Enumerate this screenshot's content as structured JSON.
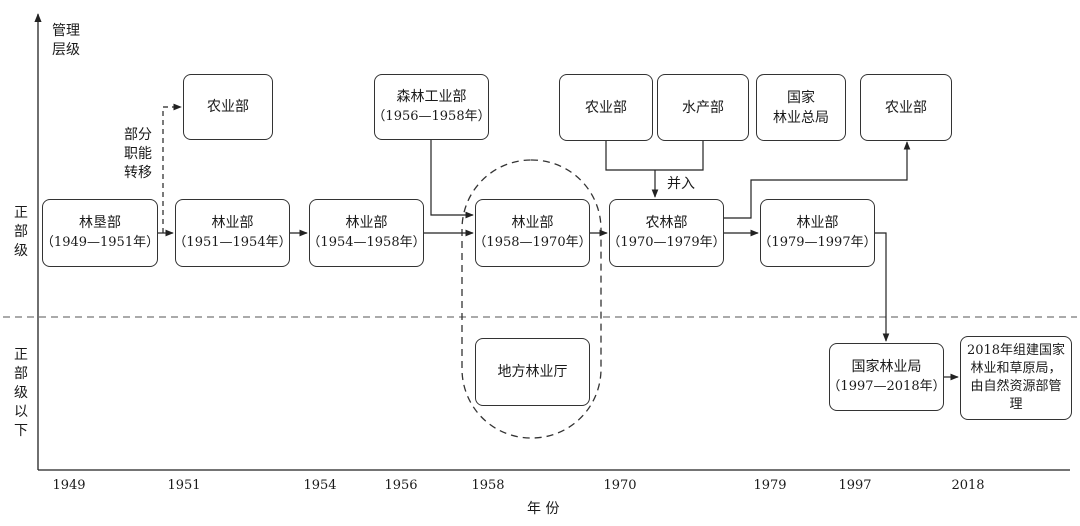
{
  "axes": {
    "y_label_line1": "管理",
    "y_label_line2": "层级",
    "x_label": "年  份",
    "level_ministry": [
      "正",
      "部",
      "级"
    ],
    "level_below": [
      "正",
      "部",
      "级",
      "以",
      "下"
    ]
  },
  "years": [
    "1949",
    "1951",
    "1954",
    "1956",
    "1958",
    "1970",
    "1979",
    "1997",
    "2018"
  ],
  "boxes": {
    "linken": {
      "name": "林垦部",
      "period": "（1949—1951年）"
    },
    "linye1": {
      "name": "林业部",
      "period": "（1951—1954年）"
    },
    "linye2": {
      "name": "林业部",
      "period": "（1954—1958年）"
    },
    "senlin": {
      "name": "森林工业部",
      "period": "（1956—1958年）"
    },
    "linye3": {
      "name": "林业部",
      "period": "（1958—1970年）"
    },
    "difang": {
      "name": "地方林业厅"
    },
    "nonglin": {
      "name": "农林部",
      "period": "（1970—1979年）"
    },
    "linye4": {
      "name": "林业部",
      "period": "（1979—1997年）"
    },
    "guojia": {
      "name": "国家林业局",
      "period": "（1997—2018年）"
    },
    "caoyuan": {
      "text": "2018年组建国家林业和草原局，由自然资源部管理"
    },
    "nongye1": {
      "name": "农业部"
    },
    "nongye2": {
      "name": "农业部"
    },
    "shuichan": {
      "name": "水产部"
    },
    "zongju": {
      "line1": "国家",
      "line2": "林业总局"
    },
    "nongye3": {
      "name": "农业部"
    }
  },
  "annotations": {
    "transfer": [
      "部分",
      "职能",
      "转移"
    ],
    "merge": "并入"
  }
}
